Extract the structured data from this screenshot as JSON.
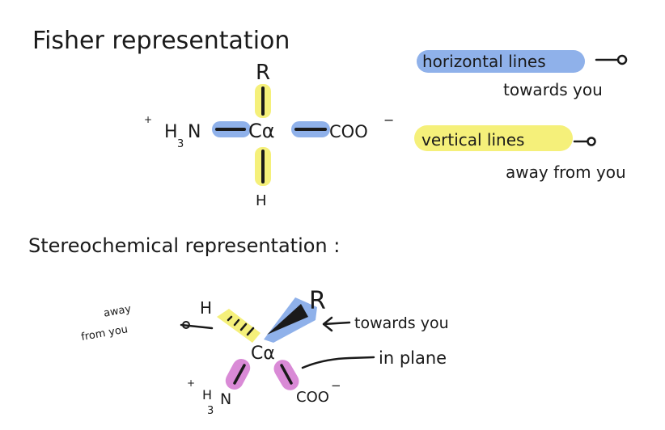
{
  "headings": {
    "fisher": "Fisher representation",
    "stereo": "Stereochemical representation :"
  },
  "fisher": {
    "top": "R",
    "bottom": "H",
    "left_sup": "+",
    "left_h": "H",
    "left_sub": "3",
    "left_n": "N",
    "center": "Cα",
    "right": "COO",
    "right_sup": "−"
  },
  "legend": {
    "horizontal": "horizontal lines",
    "horizontal_meaning": "towards you",
    "vertical": "vertical lines",
    "vertical_meaning": "away from you"
  },
  "stereo": {
    "h": "H",
    "r": "R",
    "center": "Cα",
    "left_sup": "+",
    "left_h": "H",
    "left_sub": "3",
    "left_n": "N",
    "coo": "COO",
    "coo_sup": "−",
    "note_away_line1": "away",
    "note_away_line2": "from you",
    "note_towards": "towards you",
    "note_plane": "in plane"
  },
  "colors": {
    "blue_highlight": "#8fb1ea",
    "yellow_highlight": "#f5f07a",
    "purple_highlight": "#d98ad6",
    "ink": "#1a1a1a"
  }
}
